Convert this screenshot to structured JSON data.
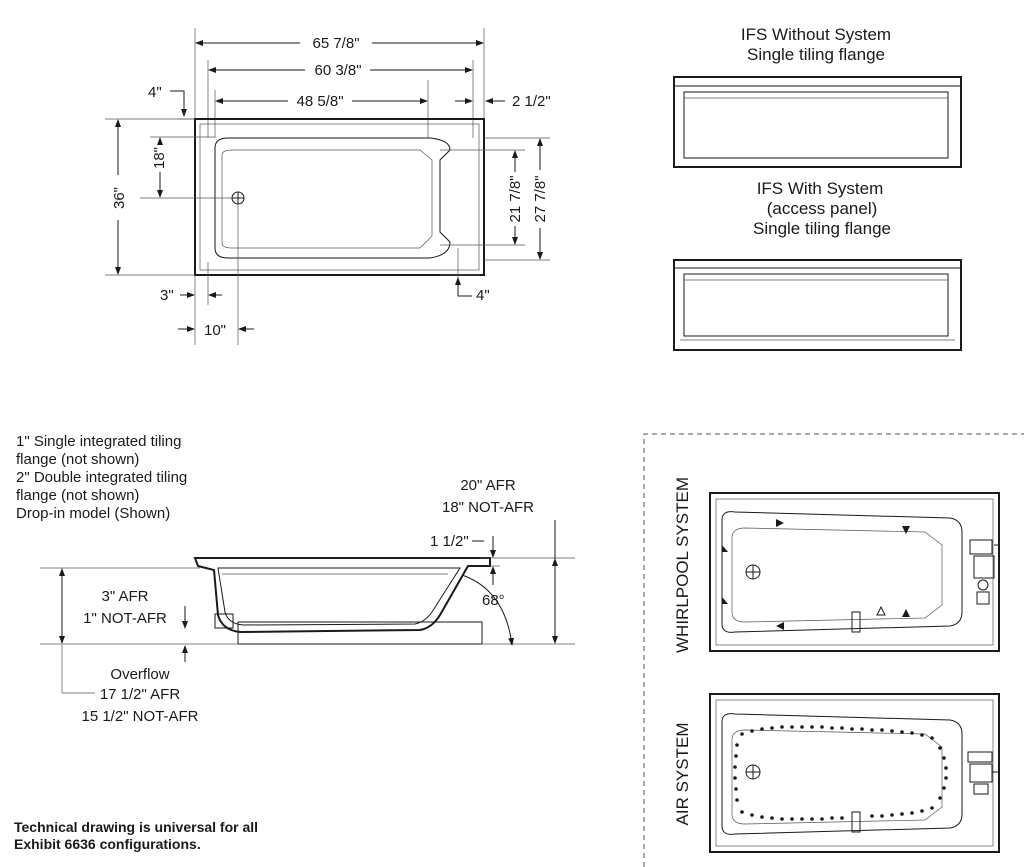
{
  "plan_view": {
    "dims": {
      "overall_length": "65 7/8\"",
      "inner_length": "60 3/8\"",
      "basin_length": "48 5/8\"",
      "top_offset": "4\"",
      "right_offset": "2 1/2\"",
      "drain_from_edge": "18\"",
      "overall_width": "36\"",
      "basin_width": "21 7/8\"",
      "inner_width": "27 7/8\"",
      "left_offset": "3\"",
      "bottom_offset": "4\"",
      "drain_from_end": "10\""
    }
  },
  "flange_views": {
    "without_system": {
      "line1": "IFS Without System",
      "line2": "Single tiling flange"
    },
    "with_system": {
      "line1": "IFS With System",
      "line2": "(access panel)",
      "line3": "Single tiling flange"
    }
  },
  "section_view": {
    "notes": [
      "1\" Single integrated tiling",
      "flange (not shown)",
      "2\" Double integrated tiling",
      "flange (not shown)",
      "Drop-in model (Shown)"
    ],
    "total_height": {
      "afr": "20\" AFR",
      "not_afr": "18\" NOT-AFR"
    },
    "rim": "1 1/2\"",
    "angle": "68°",
    "base": {
      "afr": "3\" AFR",
      "not_afr": "1\" NOT-AFR"
    },
    "overflow": {
      "label": "Overflow",
      "afr": "17 1/2\" AFR",
      "not_afr": "15 1/2\" NOT-AFR"
    }
  },
  "systems": {
    "whirlpool": "WHIRLPOOL SYSTEM",
    "air": "AIR SYSTEM"
  },
  "footer": {
    "line1": "Technical drawing is universal for all",
    "line2": "Exhibit 6636 configurations."
  }
}
